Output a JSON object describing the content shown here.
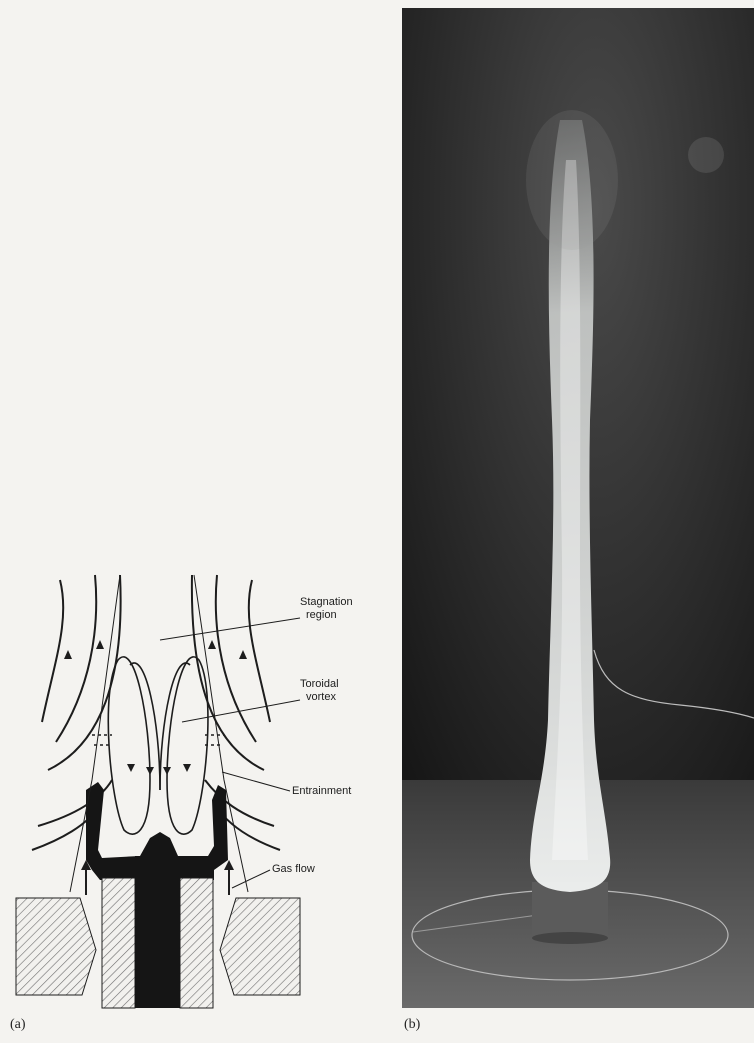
{
  "panel_a": {
    "label": "(a)",
    "callouts": {
      "stagnation": [
        "Stagnation",
        "region"
      ],
      "toroidal": [
        "Toroidal",
        "vortex"
      ],
      "entrainment": "Entrainment",
      "gas_flow": "Gas flow"
    }
  },
  "panel_b": {
    "label": "(b)"
  },
  "colors": {
    "page": "#f4f3f0",
    "ink": "#1d1d1d",
    "photo_bg": "#2b2b2b",
    "plume": "#e8ebe9"
  }
}
